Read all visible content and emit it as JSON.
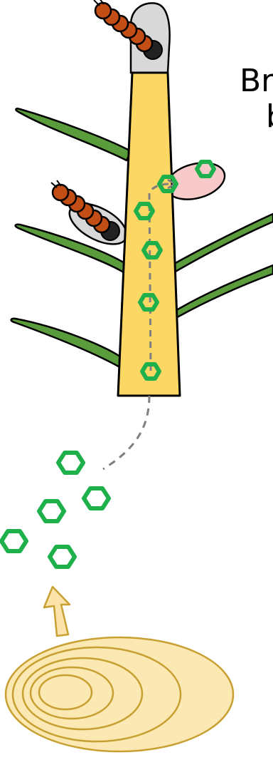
{
  "caption": {
    "line1": "Br",
    "line2": "b"
  },
  "colors": {
    "stem_fill": "#fdd764",
    "stem_stroke": "#000000",
    "leaf_fill": "#5a9c3c",
    "gall_fill": "#d8d8d8",
    "pink_leaf_fill": "#f7c9c9",
    "hexagon_stroke": "#1eb04a",
    "caterpillar_segment": "#c24e16",
    "caterpillar_head": "#222222",
    "dashed_path": "#808080",
    "arrow_fill": "#fbe3a9",
    "arrow_stroke": "#c8a032",
    "ground_fill": "#fbe8b2",
    "ground_stroke": "#c8a032"
  },
  "icons": {
    "molecule": "hexagon",
    "insect": "caterpillar",
    "source": "concentric-ellipses"
  }
}
